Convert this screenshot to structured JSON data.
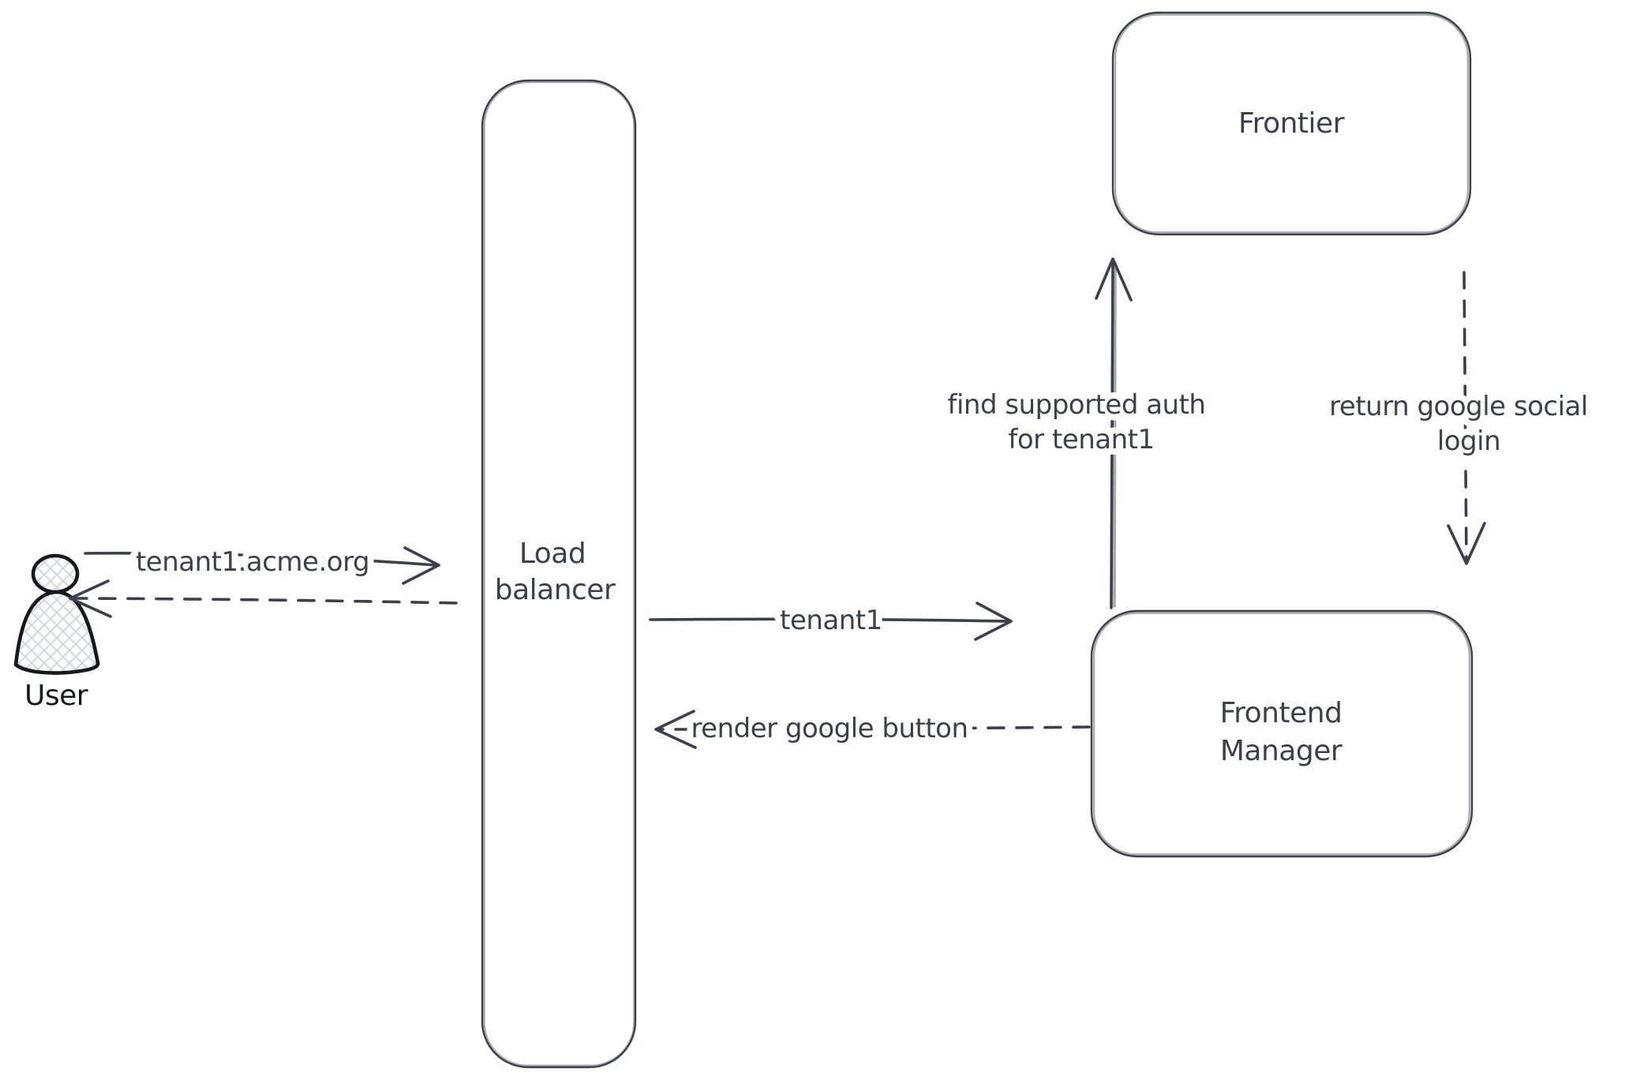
{
  "canvas": {
    "background": "#ffffff",
    "stroke": "#3b414b",
    "user_stroke": "#15181c",
    "hatch_color": "#ccd3da"
  },
  "nodes": {
    "user": {
      "label": "User",
      "icon": "person-icon"
    },
    "load_balancer": {
      "lines": [
        "Load",
        "balancer"
      ]
    },
    "frontier": {
      "label": "Frontier"
    },
    "frontend_manager": {
      "lines": [
        "Frontend",
        "Manager"
      ]
    }
  },
  "edges": {
    "user_to_lb": {
      "label": "tenant1.acme.org",
      "style": "solid",
      "direction": "right"
    },
    "lb_to_user": {
      "label": "",
      "style": "dashed",
      "direction": "left"
    },
    "lb_to_fm": {
      "label": "tenant1",
      "style": "solid",
      "direction": "right"
    },
    "fm_to_lb": {
      "label": "render google button",
      "style": "dashed",
      "direction": "left"
    },
    "fm_to_frontier": {
      "lines": [
        "find supported auth",
        "for tenant1"
      ],
      "style": "solid",
      "direction": "up"
    },
    "frontier_to_fm": {
      "lines": [
        "return google social",
        "login"
      ],
      "style": "dashed",
      "direction": "down"
    }
  }
}
